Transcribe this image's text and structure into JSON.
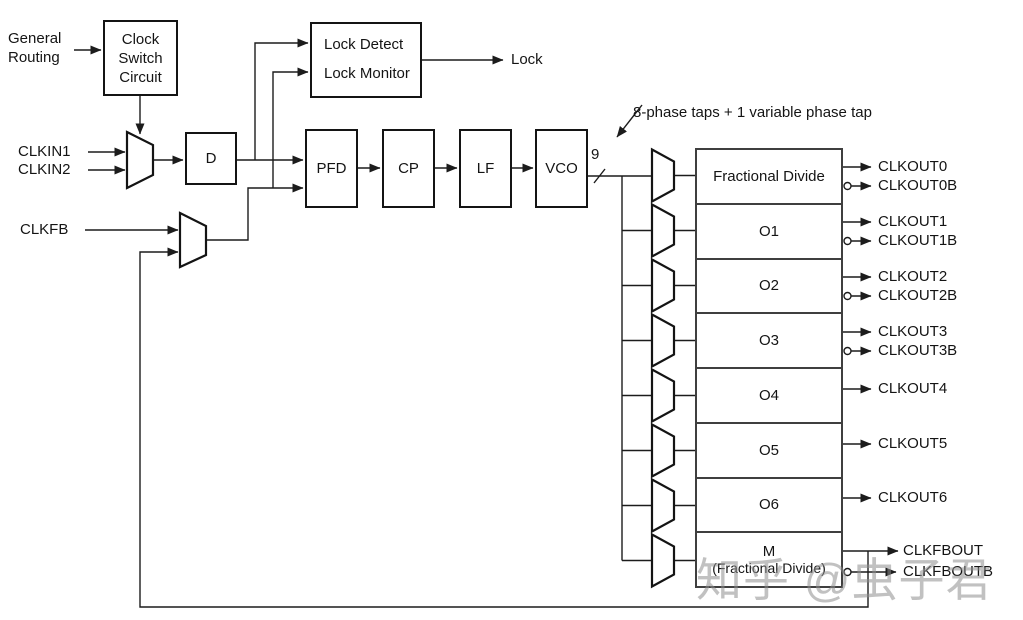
{
  "signals": {
    "general_routing": "General Routing",
    "clkin1": "CLKIN1",
    "clkin2": "CLKIN2",
    "clkfb": "CLKFB",
    "lock": "Lock"
  },
  "blocks": {
    "clock_switch": "Clock Switch Circuit",
    "d_divider": "D",
    "lock_detect": "Lock Detect",
    "lock_monitor": "Lock Monitor",
    "pfd": "PFD",
    "cp": "CP",
    "lf": "LF",
    "vco": "VCO"
  },
  "vco_bus": {
    "width_label": "9",
    "annotation": "8-phase taps + 1 variable phase tap"
  },
  "counters": [
    {
      "label": "Fractional Divide",
      "outputs": [
        "CLKOUT0",
        "CLKOUT0B"
      ]
    },
    {
      "label": "O1",
      "outputs": [
        "CLKOUT1",
        "CLKOUT1B"
      ]
    },
    {
      "label": "O2",
      "outputs": [
        "CLKOUT2",
        "CLKOUT2B"
      ]
    },
    {
      "label": "O3",
      "outputs": [
        "CLKOUT3",
        "CLKOUT3B"
      ]
    },
    {
      "label": "O4",
      "outputs": [
        "CLKOUT4"
      ]
    },
    {
      "label": "O5",
      "outputs": [
        "CLKOUT5"
      ]
    },
    {
      "label": "O6",
      "outputs": [
        "CLKOUT6"
      ]
    },
    {
      "label": "M",
      "sublabel": "(Fractional Divide)",
      "outputs": [
        "CLKFBOUT",
        "CLKFBOUTB"
      ]
    }
  ],
  "watermark": "知乎 @虫子君",
  "colors": {
    "line": "#1c1c1c",
    "box_border": "#141414",
    "divider_border": "#3f3f3f",
    "background": "#ffffff",
    "watermark": "#8e8e8e"
  }
}
